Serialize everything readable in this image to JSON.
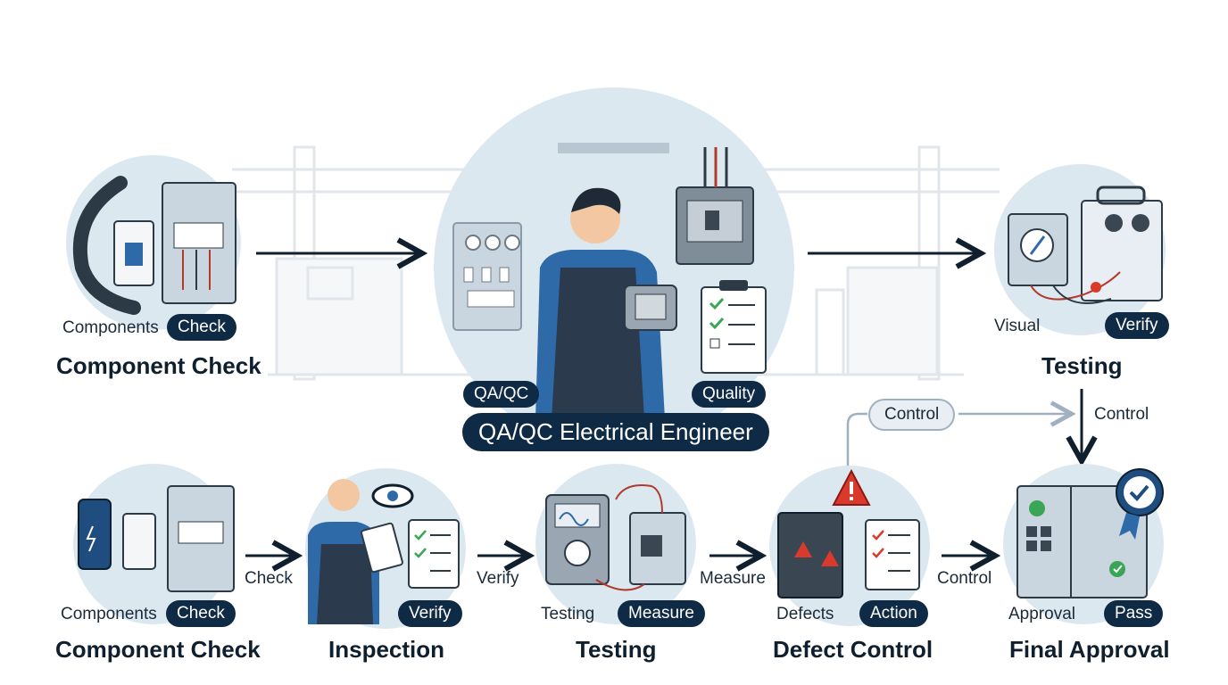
{
  "center": {
    "title": "QA/QC Electrical Engineer",
    "badge_left": "QA/QC",
    "badge_right": "Quality"
  },
  "top_left": {
    "label": "Components",
    "badge": "Check",
    "title": "Component Check"
  },
  "top_right": {
    "label": "Visual",
    "badge": "Verify",
    "title": "Testing"
  },
  "control_loop": {
    "pill": "Control",
    "side_label": "Control"
  },
  "bottom": [
    {
      "label": "Components",
      "badge": "Check",
      "title": "Component Check"
    },
    {
      "label": "",
      "badge": "Verify",
      "title": "Inspection"
    },
    {
      "label": "Testing",
      "badge": "Measure",
      "title": "Testing"
    },
    {
      "label": "Defects",
      "badge": "Action",
      "title": "Defect Control"
    },
    {
      "label": "Approval",
      "badge": "Pass",
      "title": "Final Approval"
    }
  ],
  "connectors": [
    "Check",
    "Verify",
    "Measure",
    "Control"
  ],
  "colors": {
    "navy": "#0f2a45",
    "circle": "#dce8f0",
    "accent_blue": "#2f6aa8",
    "warning": "#d93a2b",
    "check_green": "#3aa655"
  }
}
